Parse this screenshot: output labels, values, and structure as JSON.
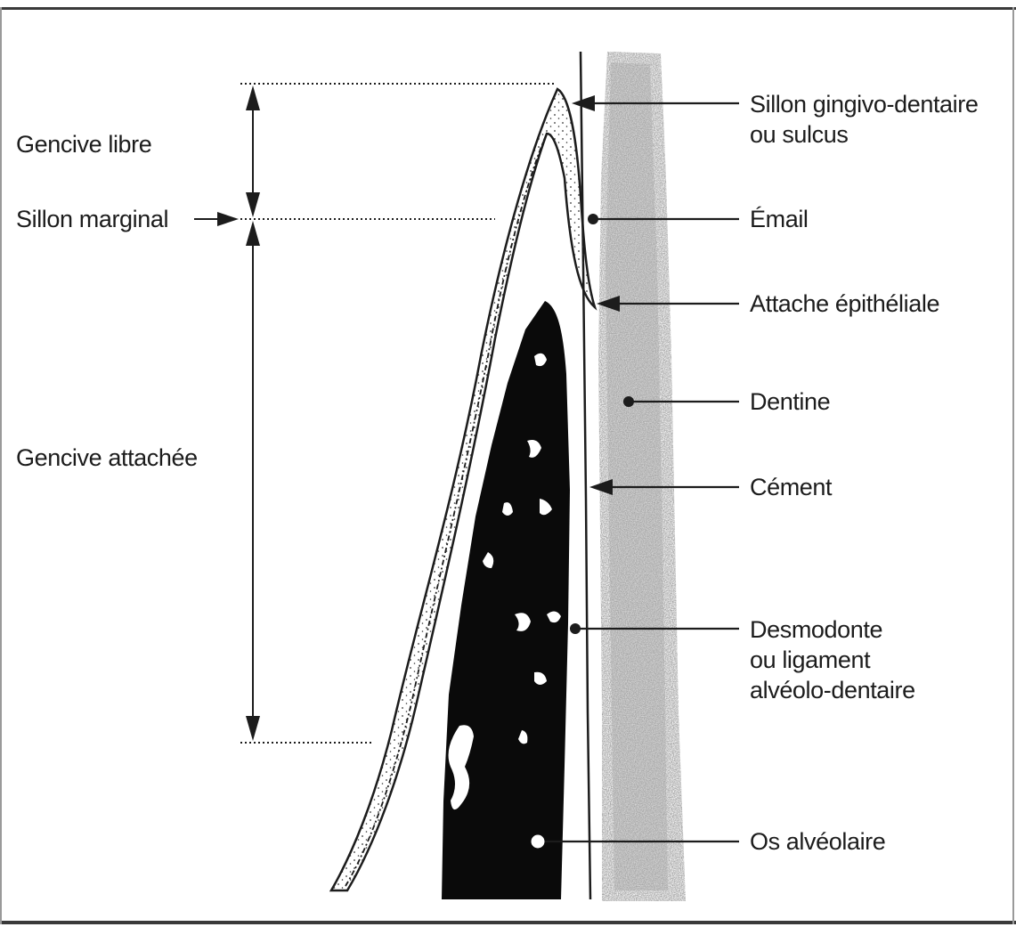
{
  "left_labels": {
    "gencive_libre": "Gencive libre",
    "sillon_marginal": "Sillon marginal",
    "gencive_attachee": "Gencive attachée"
  },
  "right_labels": {
    "sillon_gingivo": [
      "Sillon gingivo-dentaire",
      "ou sulcus"
    ],
    "email": "Émail",
    "attache": "Attache épithéliale",
    "dentine": "Dentine",
    "cement": "Cément",
    "desmodonte": [
      "Desmodonte",
      "ou ligament",
      "alvéolo-dentaire"
    ],
    "os": "Os alvéolaire"
  },
  "colors": {
    "ink": "#1c1c1c",
    "bone": "#0a0a0a",
    "dentine_stipple": "#9c9c9c"
  }
}
